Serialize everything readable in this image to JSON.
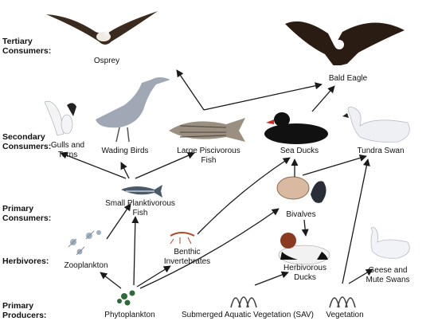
{
  "levels": {
    "tertiary": "Tertiary\nConsumers:",
    "secondary": "Secondary\nConsumers:",
    "primary": "Primary\nConsumers:",
    "herbivores": "Herbivores:",
    "producers": "Primary\nProducers:"
  },
  "organisms": {
    "osprey": "Osprey",
    "bald_eagle": "Bald Eagle",
    "gulls_terns": "Gulls and\nTerns",
    "wading_birds": "Wading Birds",
    "large_fish": "Large Piscivorous\nFish",
    "sea_ducks": "Sea Ducks",
    "tundra_swan": "Tundra Swan",
    "small_fish": "Small Planktivorous\nFish",
    "bivalves": "Bivalves",
    "zooplankton": "Zooplankton",
    "benthic": "Benthic\nInvertebrates",
    "herbivorous_ducks": "Herbivorous\nDucks",
    "geese_swans": "Geese and\nMute Swans",
    "phytoplankton": "Phytoplankton",
    "sav": "Submerged Aquatic Vegetation (SAV)",
    "vegetation": "Vegetation"
  },
  "colors": {
    "arrow": "#1a1a1a",
    "bird_dark": "#3b2a1e",
    "bird_white": "#f4f4f6",
    "fish": "#9a8f80",
    "clam": "#d9b9a0",
    "duck_red": "#8a3a1e",
    "algae": "#2d6a3a"
  }
}
